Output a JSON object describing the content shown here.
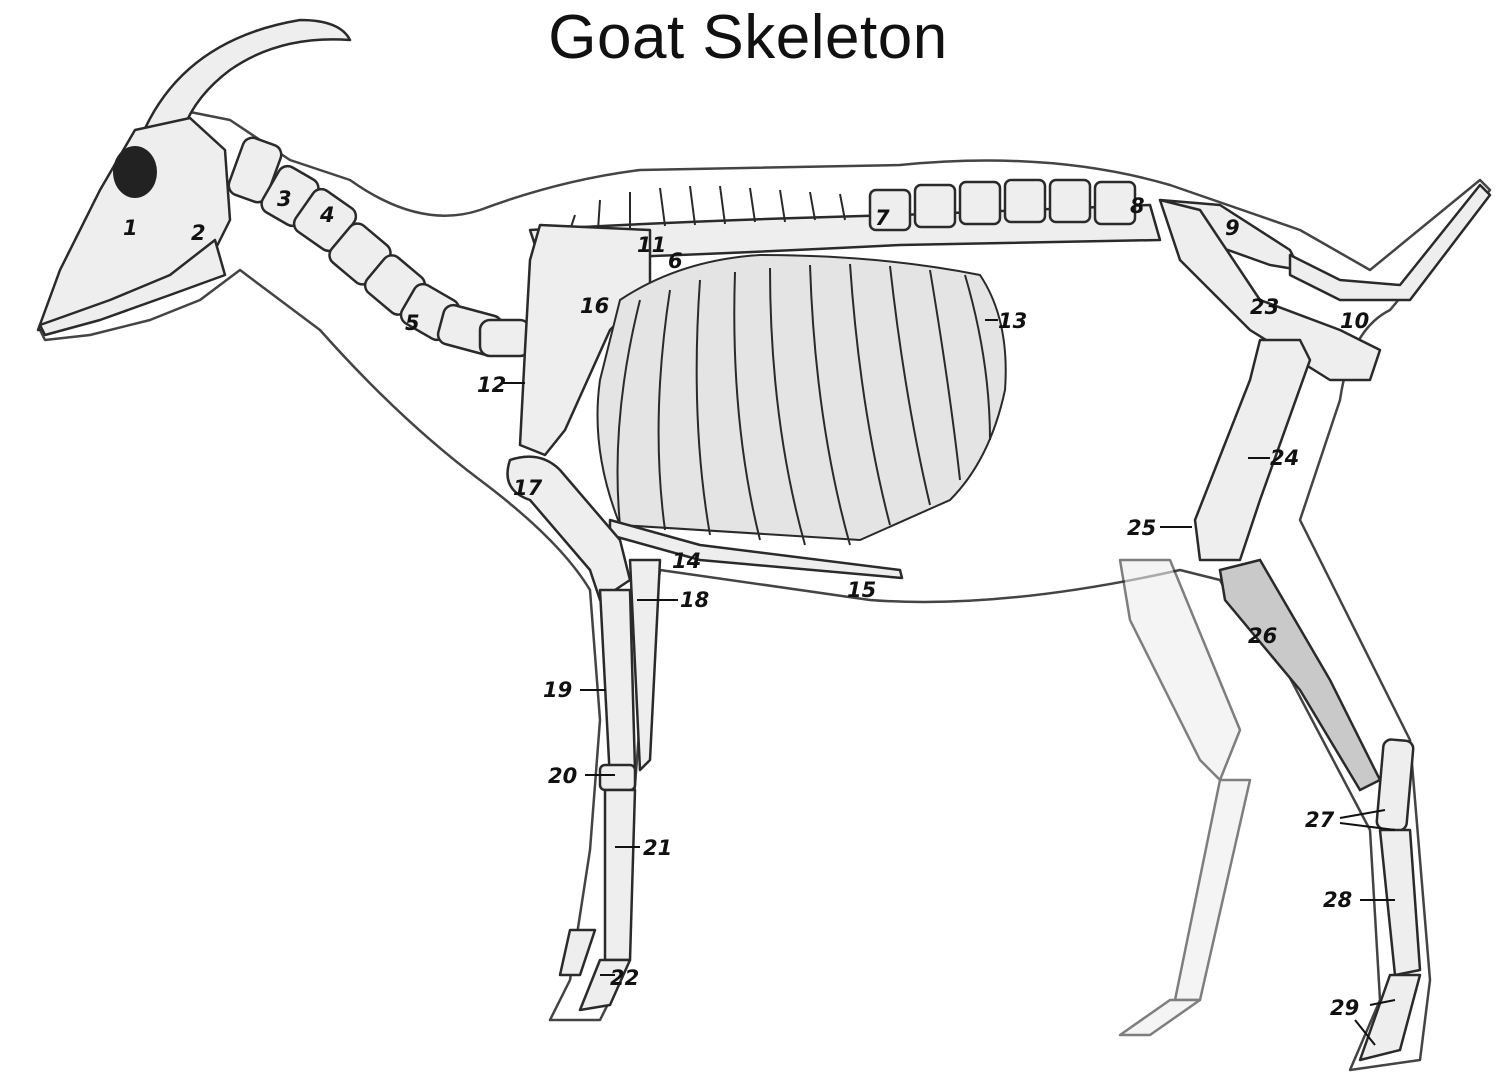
{
  "title": "Goat Skeleton",
  "labels": [
    "1",
    "2",
    "3",
    "4",
    "5",
    "6",
    "7",
    "8",
    "9",
    "10",
    "11",
    "12",
    "13",
    "14",
    "15",
    "16",
    "17",
    "18",
    "19",
    "20",
    "21",
    "22",
    "23",
    "24",
    "25",
    "26",
    "27",
    "28",
    "29"
  ]
}
